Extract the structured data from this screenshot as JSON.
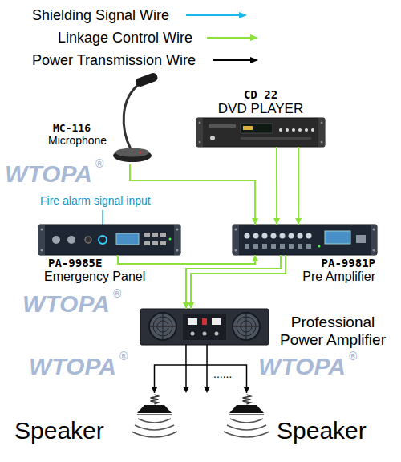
{
  "diagram": {
    "nodes": [
      {
        "text": [
          "CD 22",
          "DVD PLAYER"
        ]
      },
      {
        "text": [
          "MC-116",
          "Microphone"
        ]
      },
      {
        "text": [
          "PA-9985E",
          "Emergency Panel"
        ]
      },
      {
        "text": [
          "PA-9981P",
          "Pre Amplifier"
        ]
      },
      {
        "text": [
          "Professional Power Amplifier"
        ]
      },
      {
        "text": [
          "Speaker"
        ]
      },
      {
        "text": [
          "Speaker"
        ]
      }
    ],
    "edges": [
      {
        "from": 1,
        "to": 3,
        "arrow": "to"
      },
      {
        "from": 0,
        "to": 3,
        "arrow": "to"
      },
      {
        "from": 2,
        "to": 3,
        "arrow": "to"
      },
      {
        "from": 3,
        "to": 4,
        "arrow": "to"
      },
      {
        "from": 4,
        "to": 5,
        "arrow": "to"
      },
      {
        "from": 4,
        "to": 6,
        "arrow": "to"
      }
    ],
    "labels": [
      "Fire alarm signal input",
      "......",
      "WTOPA",
      "®",
      "WTOPA",
      "®",
      "WTOPA",
      "®",
      "WTOPA",
      "®"
    ],
    "legend": [
      {
        "text": "Shielding Signal Wire"
      },
      {
        "text": "Linkage Control Wire"
      },
      {
        "text": "Power Transmission Wire"
      }
    ]
  }
}
